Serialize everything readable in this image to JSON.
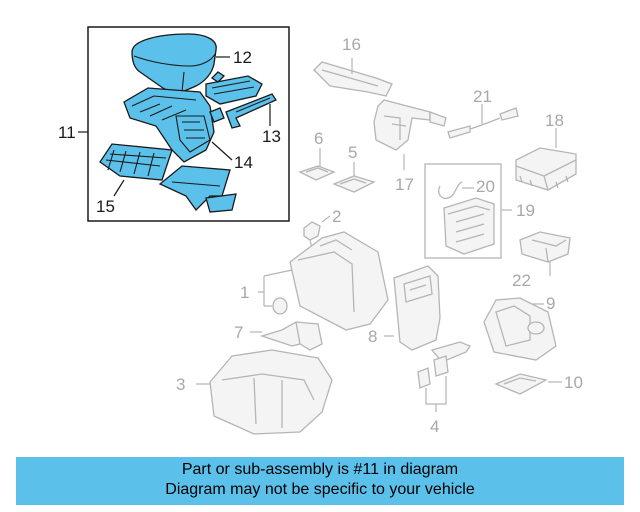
{
  "callouts": {
    "c1": "1",
    "c2": "2",
    "c3": "3",
    "c4": "4",
    "c5": "5",
    "c6": "6",
    "c7": "7",
    "c8": "8",
    "c9": "9",
    "c10": "10",
    "c11": "11",
    "c12": "12",
    "c13": "13",
    "c14": "14",
    "c15": "15",
    "c16": "16",
    "c17": "17",
    "c18": "18",
    "c19": "19",
    "c20": "20",
    "c21": "21",
    "c22": "22"
  },
  "banner": {
    "line1": "Part or sub-assembly is #11 in diagram",
    "line2": "Diagram may not be specific to your vehicle"
  },
  "colors": {
    "highlight": "#5bc0ea",
    "inactive_parts": "#b5b5b5",
    "outline": "#1a1a1a"
  }
}
